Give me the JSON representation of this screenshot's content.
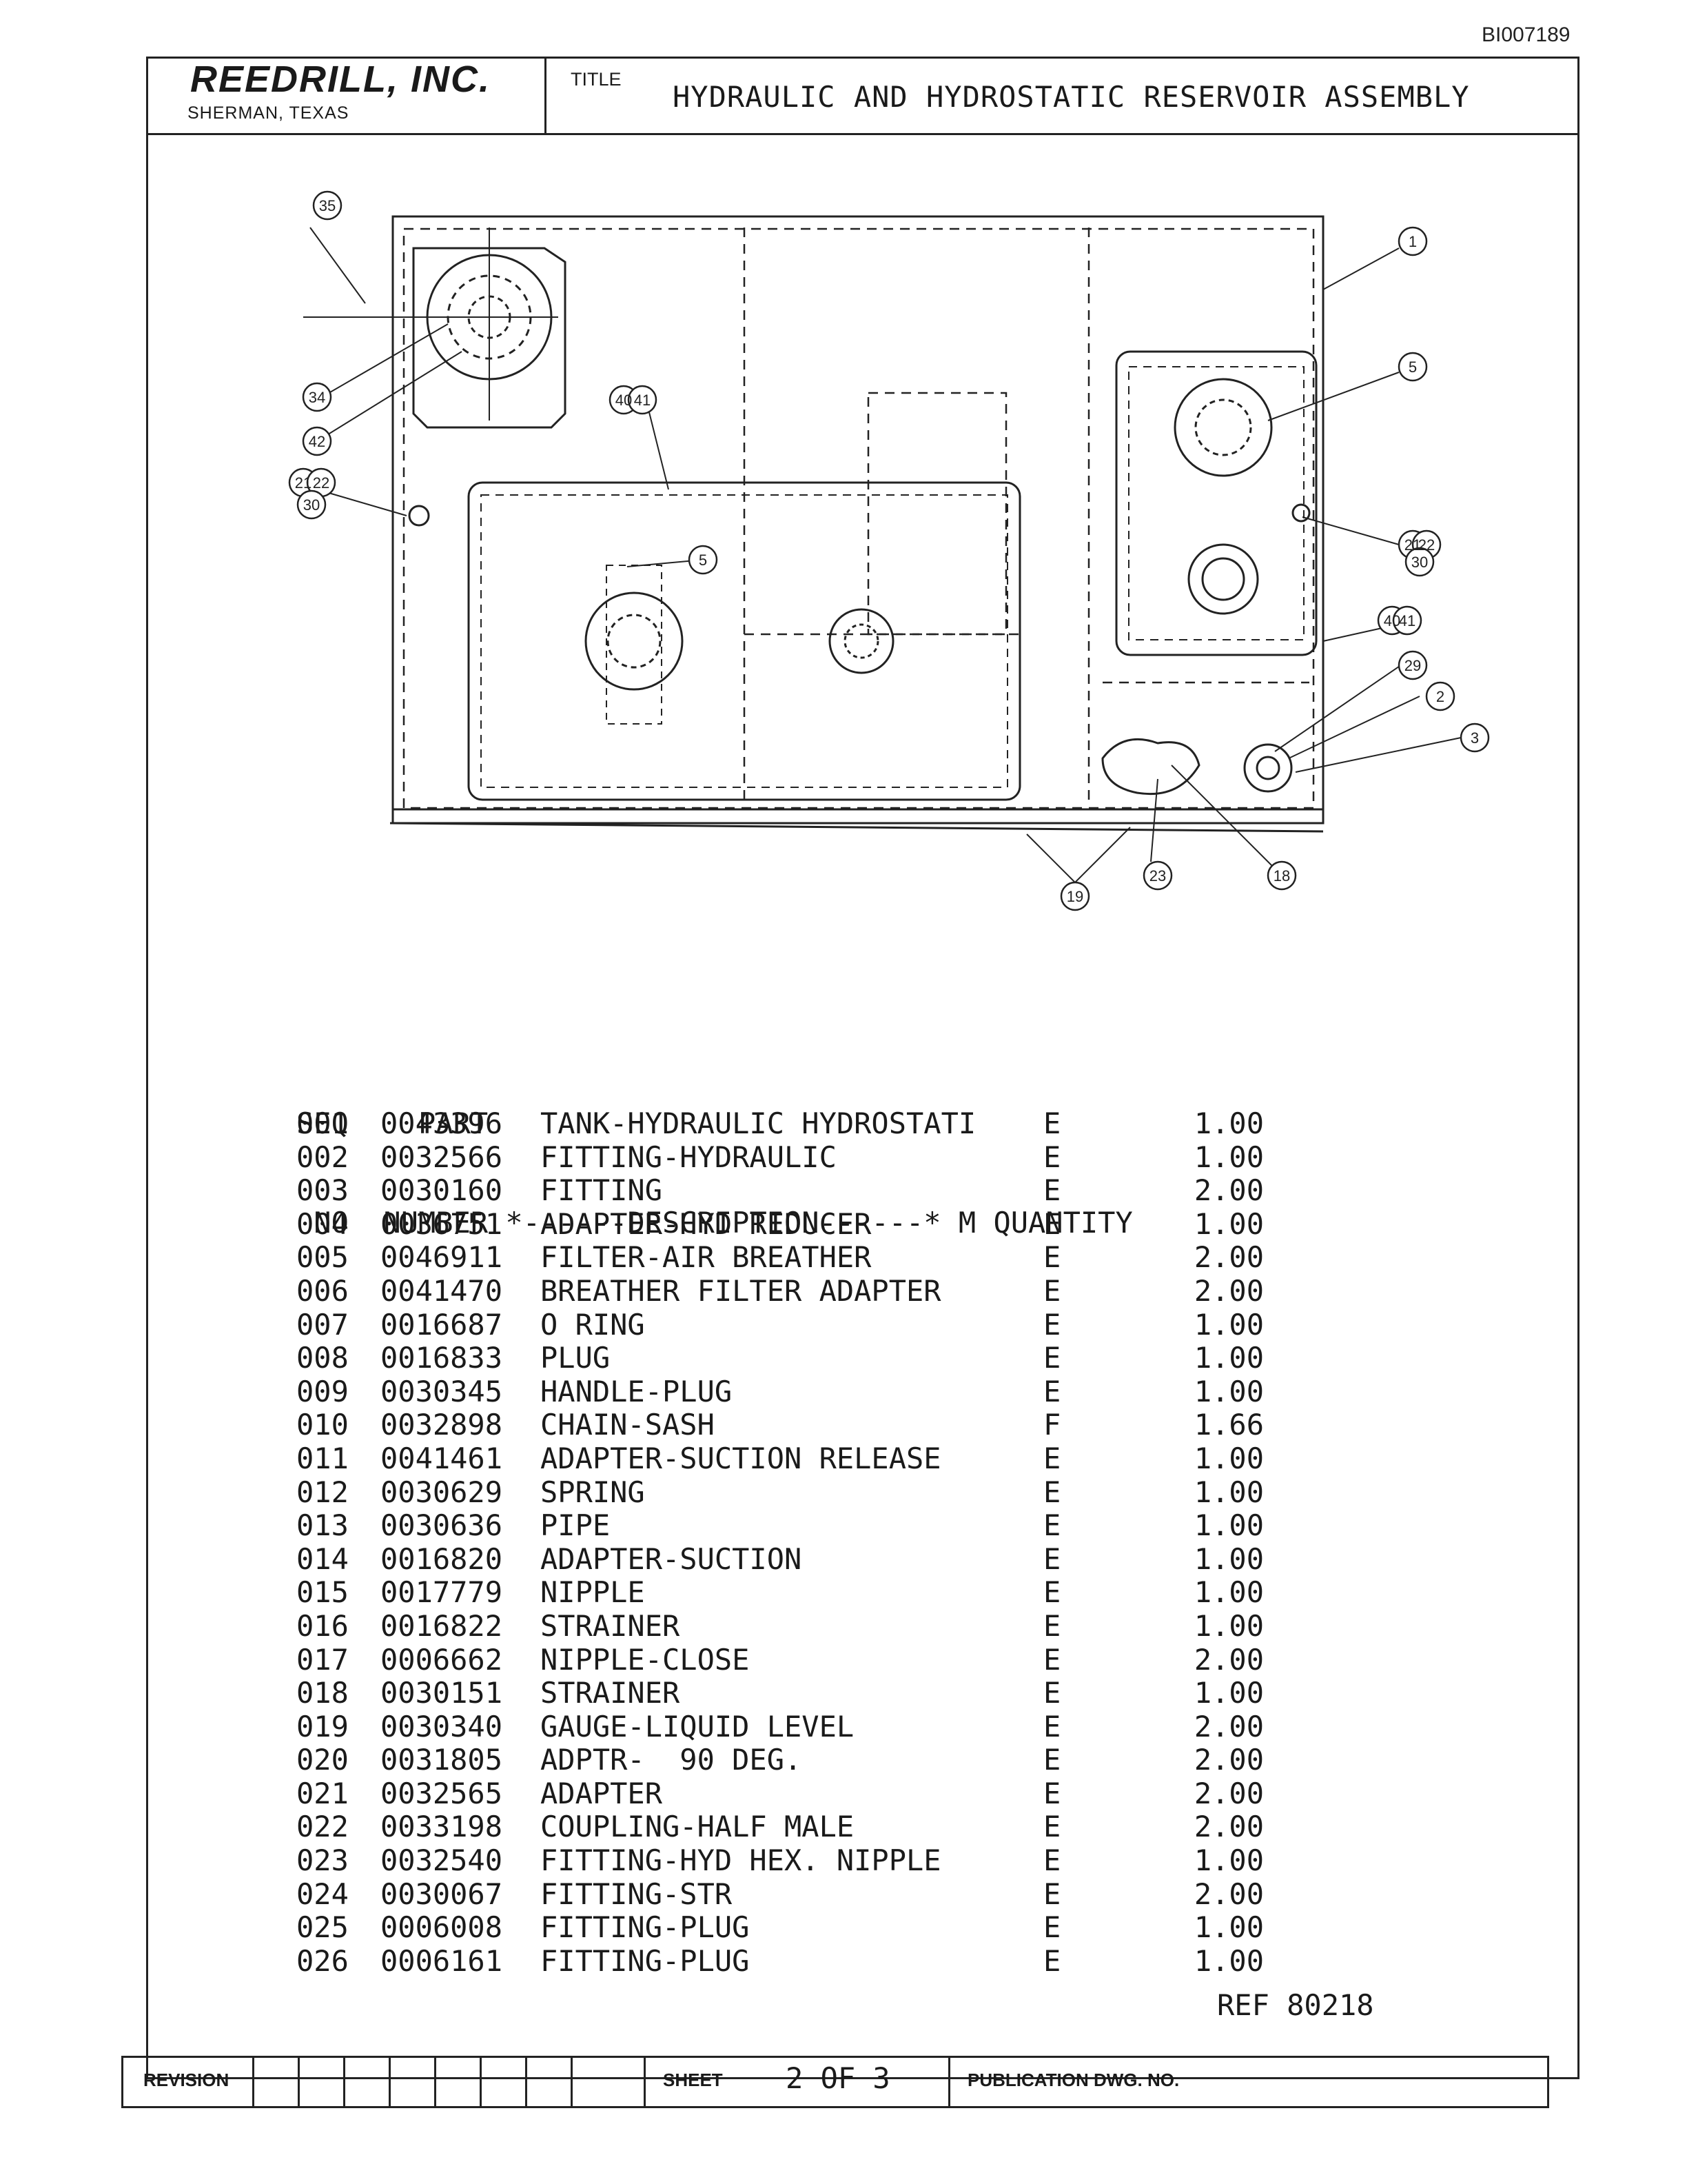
{
  "doc_id": "BI007189",
  "title_block": {
    "company": "REEDRILL, INC.",
    "location": "SHERMAN, TEXAS",
    "title_label": "TITLE",
    "title": "HYDRAULIC AND HYDROSTATIC RESERVOIR ASSEMBLY"
  },
  "drawing": {
    "callouts": [
      "1",
      "2",
      "3",
      "5",
      "5",
      "18",
      "19",
      "21",
      "22",
      "30",
      "21",
      "22",
      "30",
      "23",
      "29",
      "34",
      "35",
      "40",
      "41",
      "40",
      "41",
      "42"
    ]
  },
  "parts_list": {
    "header_line1": "SEQ    PART",
    "header_line2": " NO  NUMBER *------DESCRIPTION------* M QUANTITY",
    "rows": [
      {
        "seq": "001",
        "part": "0043396",
        "desc": "TANK-HYDRAULIC HYDROSTATI",
        "m": "E",
        "qty": "1.00"
      },
      {
        "seq": "002",
        "part": "0032566",
        "desc": "FITTING-HYDRAULIC",
        "m": "E",
        "qty": "1.00"
      },
      {
        "seq": "003",
        "part": "0030160",
        "desc": "FITTING",
        "m": "E",
        "qty": "2.00"
      },
      {
        "seq": "004",
        "part": "0036751",
        "desc": "ADAPTER-HYD REDUCER",
        "m": "E",
        "qty": "1.00"
      },
      {
        "seq": "005",
        "part": "0046911",
        "desc": "FILTER-AIR BREATHER",
        "m": "E",
        "qty": "2.00"
      },
      {
        "seq": "006",
        "part": "0041470",
        "desc": "BREATHER FILTER ADAPTER",
        "m": "E",
        "qty": "2.00"
      },
      {
        "seq": "007",
        "part": "0016687",
        "desc": "O RING",
        "m": "E",
        "qty": "1.00"
      },
      {
        "seq": "008",
        "part": "0016833",
        "desc": "PLUG",
        "m": "E",
        "qty": "1.00"
      },
      {
        "seq": "009",
        "part": "0030345",
        "desc": "HANDLE-PLUG",
        "m": "E",
        "qty": "1.00"
      },
      {
        "seq": "010",
        "part": "0032898",
        "desc": "CHAIN-SASH",
        "m": "F",
        "qty": "1.66"
      },
      {
        "seq": "011",
        "part": "0041461",
        "desc": "ADAPTER-SUCTION RELEASE",
        "m": "E",
        "qty": "1.00"
      },
      {
        "seq": "012",
        "part": "0030629",
        "desc": "SPRING",
        "m": "E",
        "qty": "1.00"
      },
      {
        "seq": "013",
        "part": "0030636",
        "desc": "PIPE",
        "m": "E",
        "qty": "1.00"
      },
      {
        "seq": "014",
        "part": "0016820",
        "desc": "ADAPTER-SUCTION",
        "m": "E",
        "qty": "1.00"
      },
      {
        "seq": "015",
        "part": "0017779",
        "desc": "NIPPLE",
        "m": "E",
        "qty": "1.00"
      },
      {
        "seq": "016",
        "part": "0016822",
        "desc": "STRAINER",
        "m": "E",
        "qty": "1.00"
      },
      {
        "seq": "017",
        "part": "0006662",
        "desc": "NIPPLE-CLOSE",
        "m": "E",
        "qty": "2.00"
      },
      {
        "seq": "018",
        "part": "0030151",
        "desc": "STRAINER",
        "m": "E",
        "qty": "1.00"
      },
      {
        "seq": "019",
        "part": "0030340",
        "desc": "GAUGE-LIQUID LEVEL",
        "m": "E",
        "qty": "2.00"
      },
      {
        "seq": "020",
        "part": "0031805",
        "desc": "ADPTR-  90 DEG.",
        "m": "E",
        "qty": "2.00"
      },
      {
        "seq": "021",
        "part": "0032565",
        "desc": "ADAPTER",
        "m": "E",
        "qty": "2.00"
      },
      {
        "seq": "022",
        "part": "0033198",
        "desc": "COUPLING-HALF MALE",
        "m": "E",
        "qty": "2.00"
      },
      {
        "seq": "023",
        "part": "0032540",
        "desc": "FITTING-HYD HEX. NIPPLE",
        "m": "E",
        "qty": "1.00"
      },
      {
        "seq": "024",
        "part": "0030067",
        "desc": "FITTING-STR",
        "m": "E",
        "qty": "2.00"
      },
      {
        "seq": "025",
        "part": "0006008",
        "desc": "FITTING-PLUG",
        "m": "E",
        "qty": "1.00"
      },
      {
        "seq": "026",
        "part": "0006161",
        "desc": "FITTING-PLUG",
        "m": "E",
        "qty": "1.00"
      }
    ]
  },
  "ref": "REF 80218",
  "footer": {
    "revision_label": "REVISION",
    "sheet_label": "SHEET",
    "sheet_value": "2 OF 3",
    "publication_label": "PUBLICATION DWG. NO."
  }
}
